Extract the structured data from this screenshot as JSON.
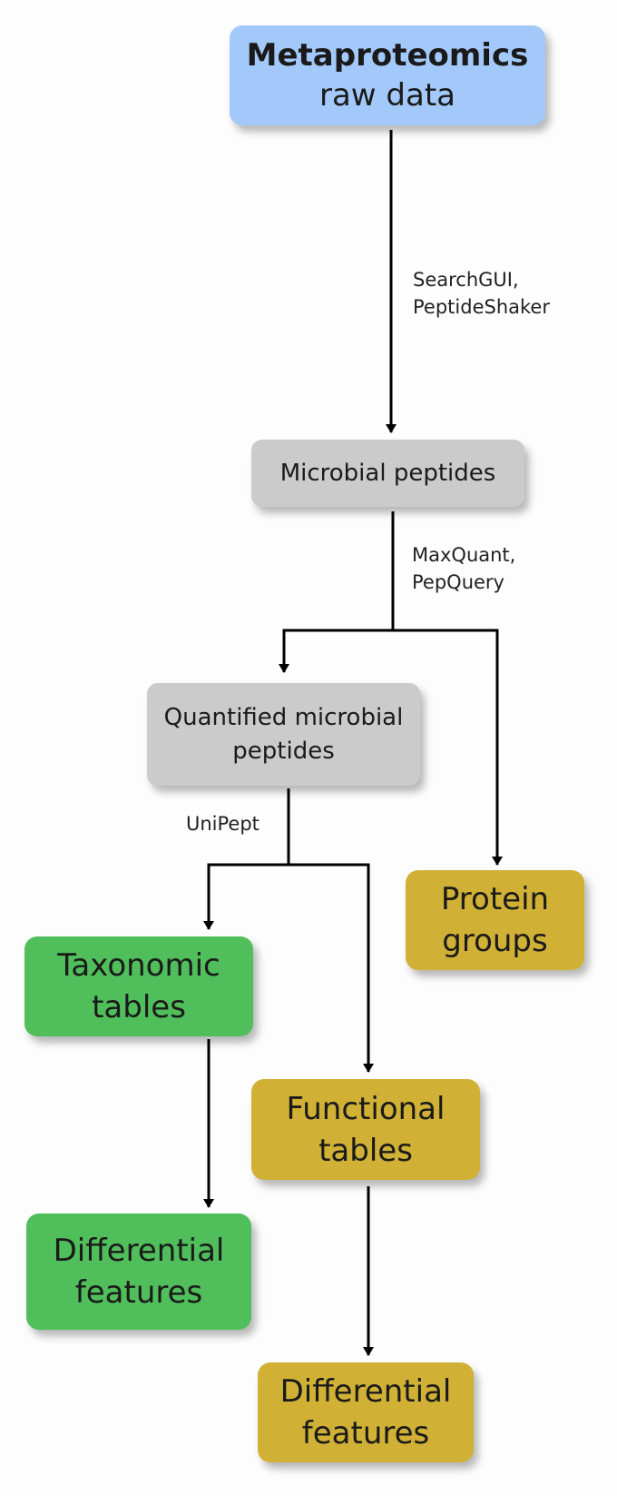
{
  "nodes": {
    "raw_data": {
      "line1": "Metaproteomics",
      "line2": "raw data",
      "color": "#a3c9fa"
    },
    "microbial_peptides": {
      "line1": "Microbial peptides",
      "color": "#cbcbcb"
    },
    "quantified_peptides": {
      "line1": "Quantified microbial",
      "line2": "peptides",
      "color": "#cbcbcb"
    },
    "protein_groups": {
      "line1": "Protein",
      "line2": "groups",
      "color": "#d0b135"
    },
    "taxonomic_tables": {
      "line1": "Taxonomic",
      "line2": "tables",
      "color": "#50bf5b"
    },
    "functional_tables": {
      "line1": "Functional",
      "line2": "tables",
      "color": "#d0b135"
    },
    "taxonomic_differential": {
      "line1": "Differential",
      "line2": "features",
      "color": "#50bf5b"
    },
    "functional_differential": {
      "line1": "Differential",
      "line2": "features",
      "color": "#d0b135"
    }
  },
  "edges": {
    "search": {
      "line1": "SearchGUI,",
      "line2": "PeptideShaker"
    },
    "quant": {
      "line1": "MaxQuant,",
      "line2": "PepQuery"
    },
    "unipept": {
      "line1": "UniPept"
    }
  }
}
